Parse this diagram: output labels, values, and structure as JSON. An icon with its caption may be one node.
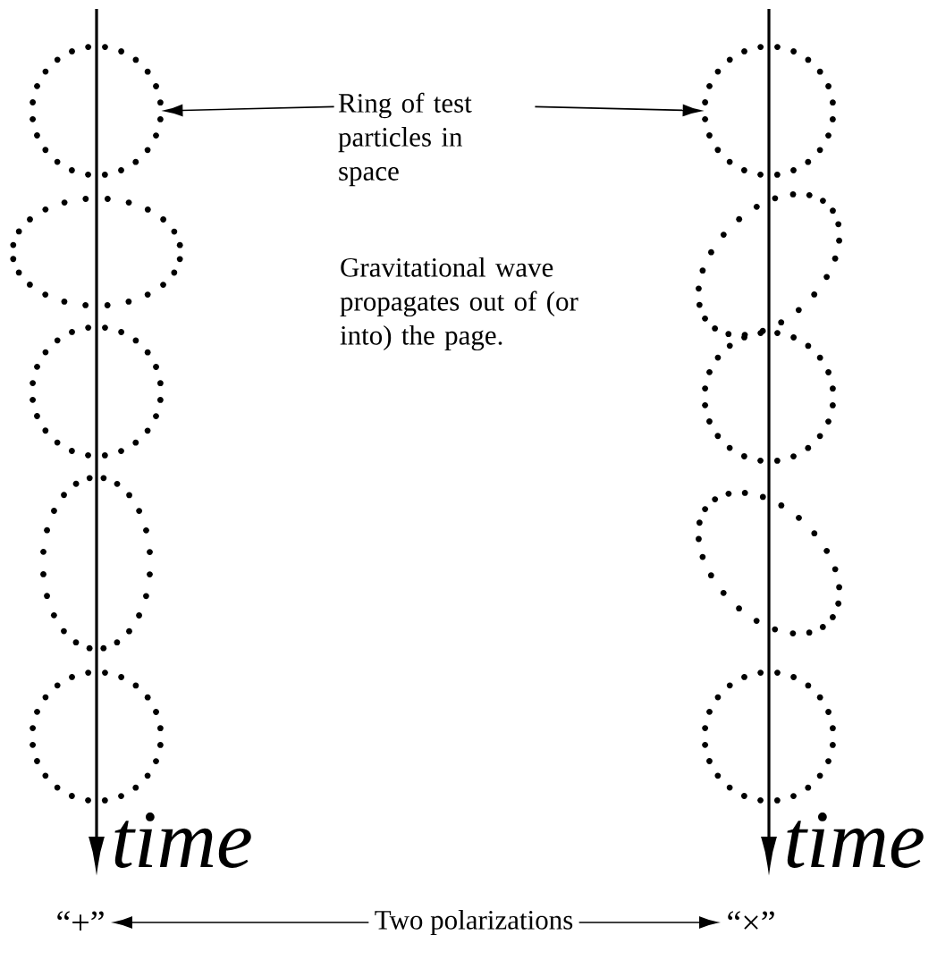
{
  "diagram": {
    "nodes": [
      {
        "text": [
          "Ring of test particles in space"
        ]
      },
      {
        "text": [],
        "shape": "circle"
      },
      {
        "text": [],
        "shape": "circle"
      },
      {
        "text": [
          "“+”"
        ]
      },
      {
        "text": [
          "Two polarizations"
        ]
      },
      {
        "text": [
          "“×”"
        ]
      }
    ],
    "edges": [
      {
        "from": 0,
        "to": 1,
        "arrow": "to"
      },
      {
        "from": 0,
        "to": 2,
        "arrow": "to"
      },
      {
        "from": 4,
        "to": 3,
        "arrow": "to"
      },
      {
        "from": 4,
        "to": 5,
        "arrow": "to"
      }
    ],
    "labels": [
      "Gravitational wave propagates out of (or into) the page.",
      "time",
      "time"
    ]
  }
}
